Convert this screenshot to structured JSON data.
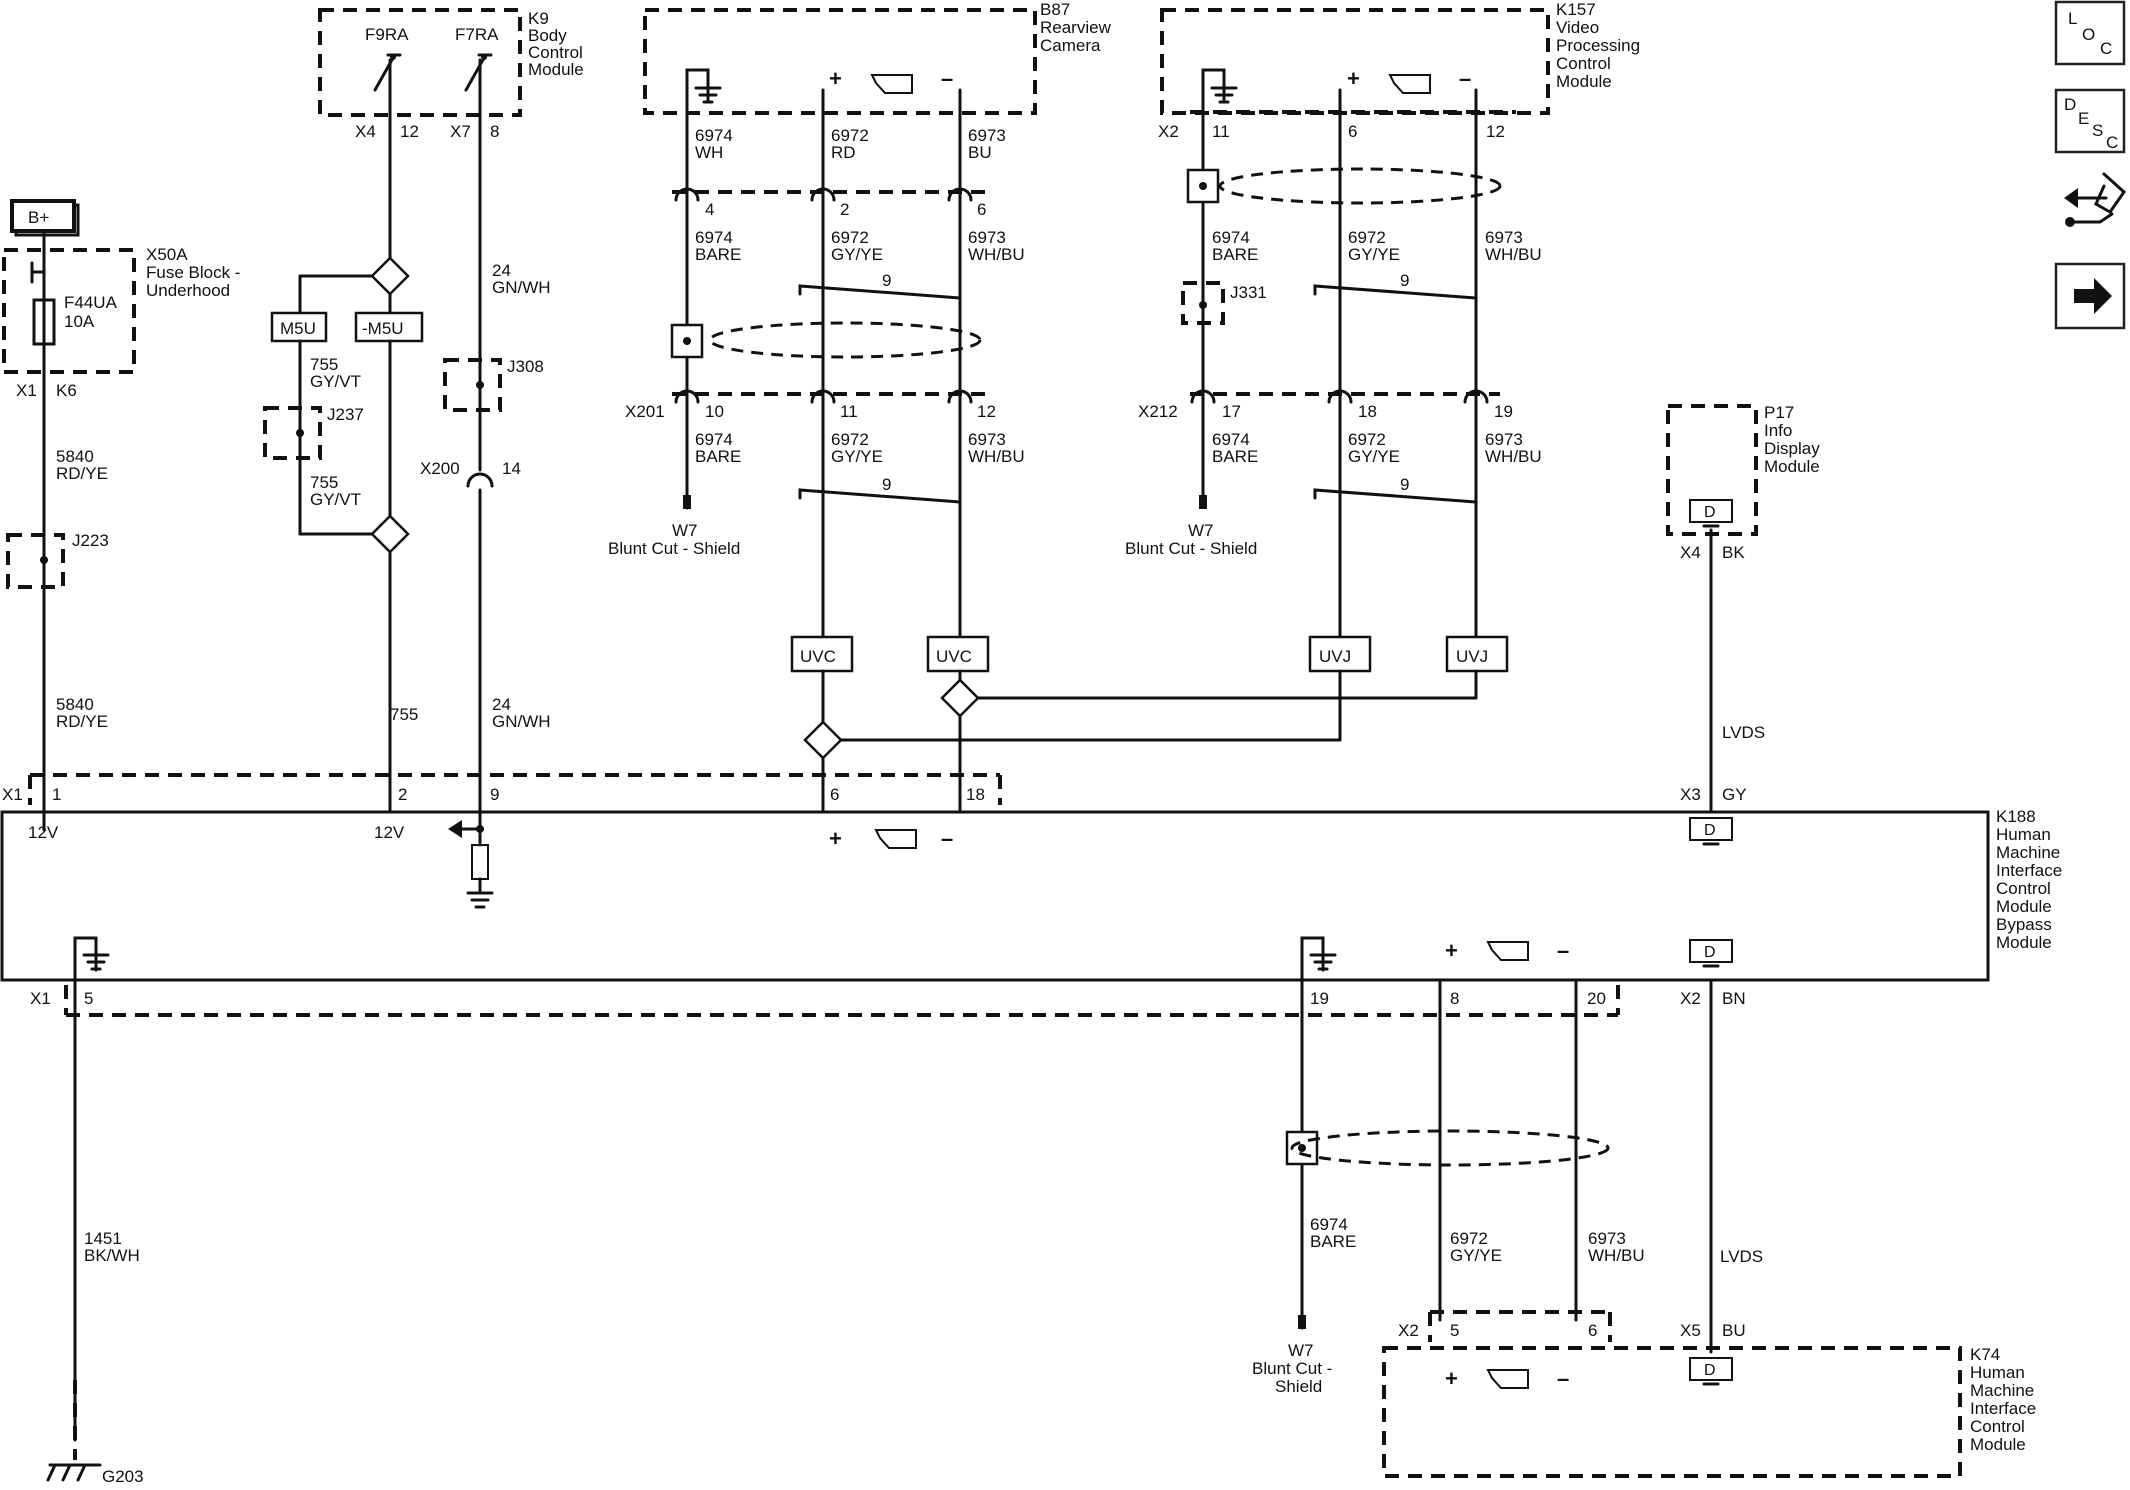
{
  "modules": {
    "k9": {
      "id": "K9",
      "name": [
        "Body",
        "Control",
        "Module"
      ],
      "switch1": "F9RA",
      "switch2": "F7RA"
    },
    "b87": {
      "id": "B87",
      "name": [
        "Rearview",
        "Camera"
      ]
    },
    "k157": {
      "id": "K157",
      "name": [
        "Video",
        "Processing",
        "Control",
        "Module"
      ]
    },
    "x50a": {
      "id": "X50A",
      "name": [
        "Fuse Block -",
        "Underhood"
      ],
      "fuse": "F44UA",
      "rating": "10A"
    },
    "p17": {
      "id": "P17",
      "name": [
        "Info",
        "Display",
        "Module"
      ],
      "symbol": "D"
    },
    "k188": {
      "id": "K188",
      "name": [
        "Human",
        "Machine",
        "Interface",
        "Control",
        "Module",
        "Bypass",
        "Module"
      ]
    },
    "k74": {
      "id": "K74",
      "name": [
        "Human",
        "Machine",
        "Interface",
        "Control",
        "Module"
      ]
    }
  },
  "power": {
    "battery": "B+",
    "v1": "12V",
    "v2": "12V",
    "plus": "+",
    "minus": "–",
    "display": "D"
  },
  "connectors": {
    "x4": "X4",
    "x7": "X7",
    "x2": "X2",
    "x1": "X1",
    "x201": "X201",
    "x212": "X212",
    "x200": "X200",
    "x3": "X3",
    "x5": "X5"
  },
  "pins": {
    "p12": "12",
    "p8": "8",
    "p11": "11",
    "p6": "6",
    "p4": "4",
    "p2": "2",
    "p10": "10",
    "p17": "17",
    "p18": "18",
    "p19": "19",
    "p14": "14",
    "p1": "1",
    "p9": "9",
    "p5": "5",
    "p20": "20",
    "k6": "K6",
    "bk": "BK",
    "gy": "GY",
    "bn": "BN",
    "bu": "BU"
  },
  "splices": {
    "j237": "J237",
    "j308": "J308",
    "j223": "J223",
    "j331": "J331",
    "m5u": "M5U",
    "nm5u": "-M5U",
    "uvc": "UVC",
    "uvj": "UVJ"
  },
  "wires": {
    "w6974": "6974",
    "w6972": "6972",
    "w6973": "6973",
    "w5840": "5840",
    "w755": "755",
    "w24": "24",
    "w1451": "1451",
    "wh": "WH",
    "rd": "RD",
    "bu": "BU",
    "bare": "BARE",
    "gyye": "GY/YE",
    "whbu": "WH/BU",
    "rdye": "RD/YE",
    "gyvt": "GY/VT",
    "gnwh": "GN/WH",
    "bkwh": "BK/WH",
    "lvds": "LVDS",
    "twist": "9"
  },
  "shield": {
    "w7": "W7",
    "blunt": "Blunt Cut - Shield",
    "blunt_a": "Blunt Cut -",
    "blunt_b": "Shield"
  },
  "ground": {
    "g203": "G203"
  },
  "nav": {
    "loc": [
      "L",
      "O",
      "C"
    ],
    "desc": [
      "D",
      "E",
      "S",
      "C"
    ]
  }
}
